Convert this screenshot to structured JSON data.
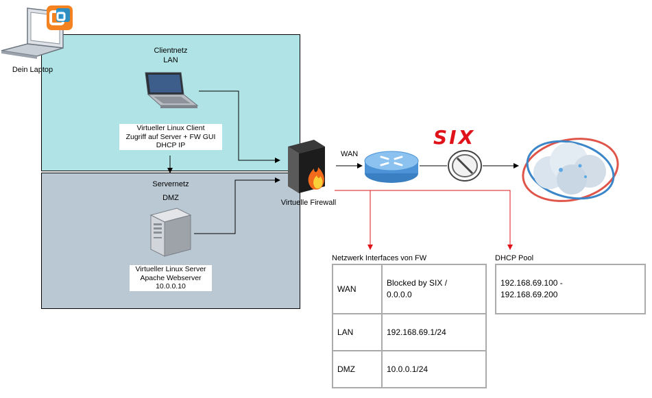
{
  "laptop": {
    "label": "Dein Laptop",
    "icon": "laptop-icon"
  },
  "client_zone": {
    "title": "Clientnetz",
    "subtitle": "LAN",
    "client": {
      "line1": "Virtueller Linux Client",
      "line2": "Zugriff auf Server + FW GUI",
      "line3": "DHCP IP"
    }
  },
  "server_zone": {
    "title": "Servernetz",
    "subtitle": "DMZ",
    "server": {
      "line1": "Virtueller Linux Server",
      "line2": "Apache Webserver",
      "line3": "10.0.0.10"
    }
  },
  "firewall": {
    "label": "Virtuelle Firewall"
  },
  "wan_label": "WAN",
  "six_logo": "SIX",
  "fw_interfaces": {
    "title": "Netzwerk Interfaces von FW",
    "rows": [
      {
        "iface": "WAN",
        "value_line1": "Blocked by SIX /",
        "value_line2": "0.0.0.0"
      },
      {
        "iface": "LAN",
        "value_line1": "192.168.69.1/24",
        "value_line2": ""
      },
      {
        "iface": "DMZ",
        "value_line1": "10.0.0.1/24",
        "value_line2": ""
      }
    ]
  },
  "dhcp_pool": {
    "title": "DHCP Pool",
    "line1": "192.168.69.100 -",
    "line2": "192.168.69.200"
  },
  "colors": {
    "client_zone": "#b0e3e6",
    "server_zone": "#bac8d3",
    "arrow_red": "#e0131a",
    "six_red": "#e0131a",
    "vm_orange": "#f58220",
    "vm_blue": "#1a8fd1"
  }
}
